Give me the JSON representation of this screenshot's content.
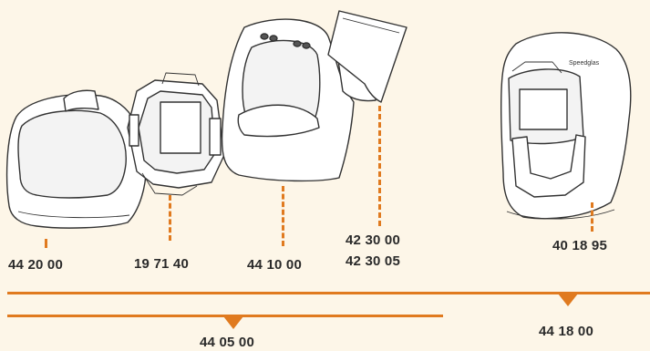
{
  "parts": [
    {
      "id": "outer-shell",
      "numbers": [
        "44 20 00"
      ]
    },
    {
      "id": "adf-cassette",
      "numbers": [
        "19 71 40"
      ]
    },
    {
      "id": "helmet-body",
      "numbers": [
        "44 10 00"
      ]
    },
    {
      "id": "protection-plate",
      "numbers": [
        "42 30 00",
        "42 30 05"
      ]
    },
    {
      "id": "complete-helmet",
      "numbers": [
        "40 18 95"
      ]
    }
  ],
  "helmet_brand": "Speedglas",
  "kits": [
    {
      "number": "44 05 00"
    },
    {
      "number": "44 18 00"
    }
  ],
  "colors": {
    "accent": "#e07a1f",
    "background": "#fdf6e8",
    "text": "#2a2a2a"
  }
}
